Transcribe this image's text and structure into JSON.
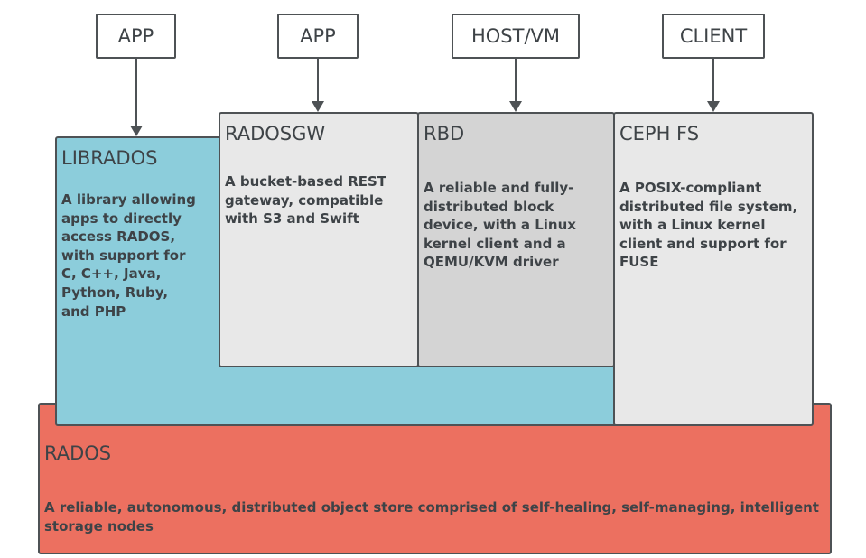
{
  "inputs": [
    {
      "label": "APP"
    },
    {
      "label": "APP"
    },
    {
      "label": "HOST/VM"
    },
    {
      "label": "CLIENT"
    }
  ],
  "components": {
    "librados": {
      "title": "LIBRADOS",
      "description": "A library allowing apps to directly access RADOS, with support for C, C++, Java, Python, Ruby, and PHP",
      "color": "#8ccddb"
    },
    "radosgw": {
      "title": "RADOSGW",
      "description": "A bucket-based REST gateway, compatible with S3 and Swift",
      "color": "#e8e8e8"
    },
    "rbd": {
      "title": "RBD",
      "description": "A reliable and fully-distributed block device, with a Linux kernel client and a QEMU/KVM driver",
      "color": "#d4d4d4"
    },
    "cephfs": {
      "title": "CEPH FS",
      "description": "A POSIX-compliant distributed file system, with a Linux kernel client and support for FUSE",
      "color": "#e8e8e8"
    },
    "rados": {
      "title": "RADOS",
      "description": "A reliable, autonomous, distributed object store comprised of self-healing, self-managing, intelligent storage nodes",
      "color": "#ec7060"
    }
  }
}
